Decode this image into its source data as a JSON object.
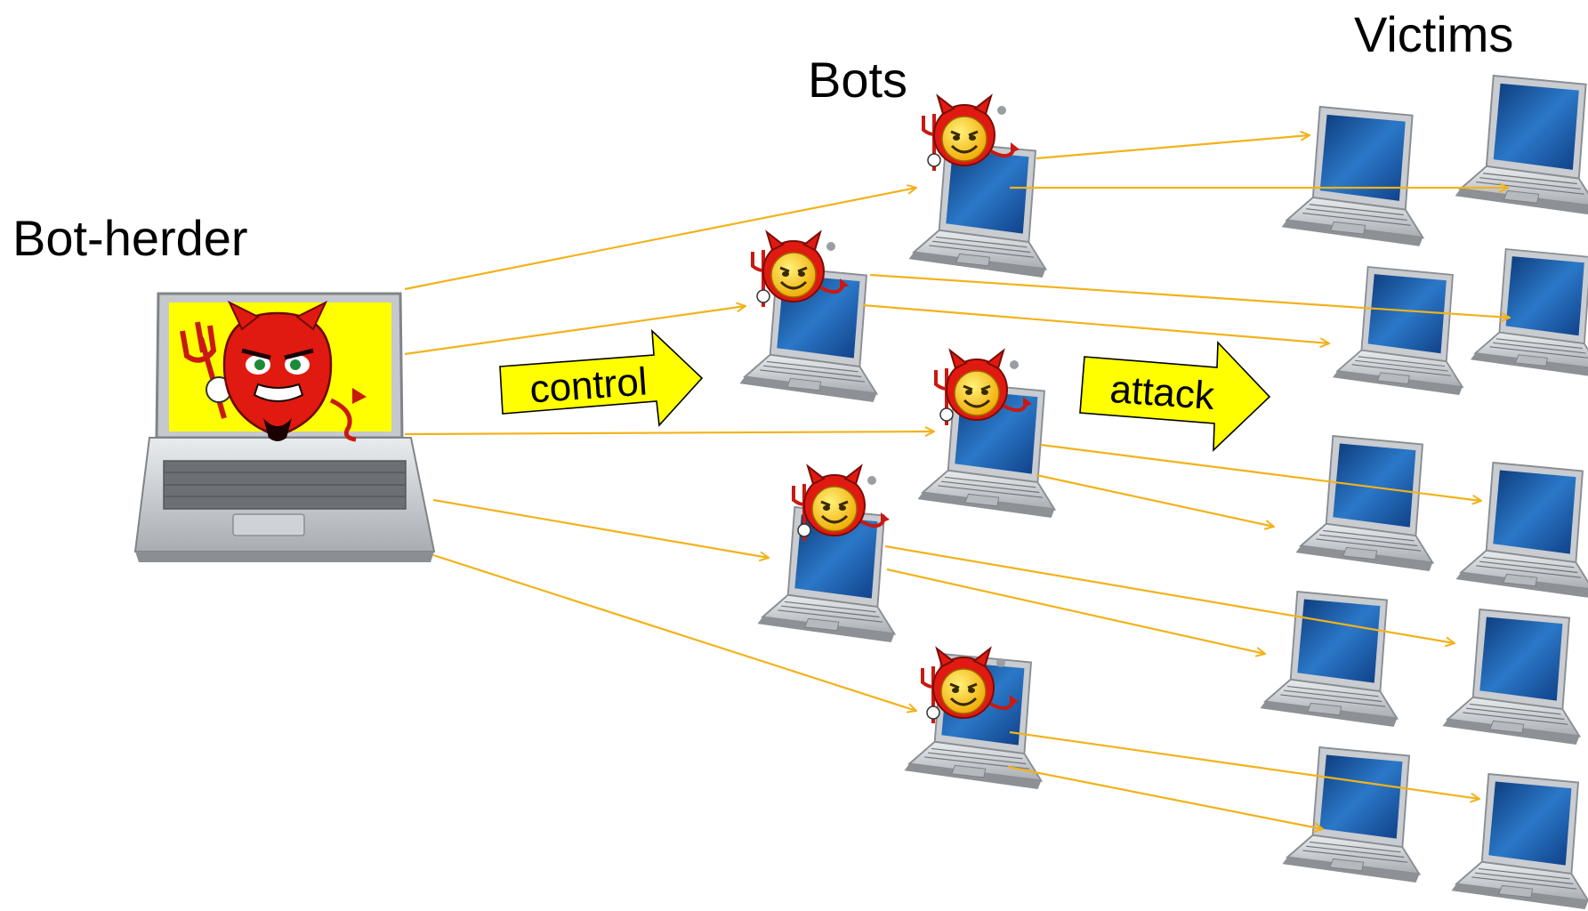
{
  "labels": {
    "bot_herder": "Bot-herder",
    "bots": "Bots",
    "victims": "Victims"
  },
  "arrows": {
    "control": "control",
    "attack": "attack"
  },
  "colors": {
    "connection_line": "#f2b21b",
    "callout_fill": "#ffff00",
    "devil_red": "#e01a10",
    "bot_face_yellow": "#ffd21a",
    "screen_blue": "#1f5fb0"
  },
  "icons": {
    "herder": "devil-laptop-icon",
    "bot": "infected-laptop-icon",
    "victim": "laptop-icon"
  }
}
